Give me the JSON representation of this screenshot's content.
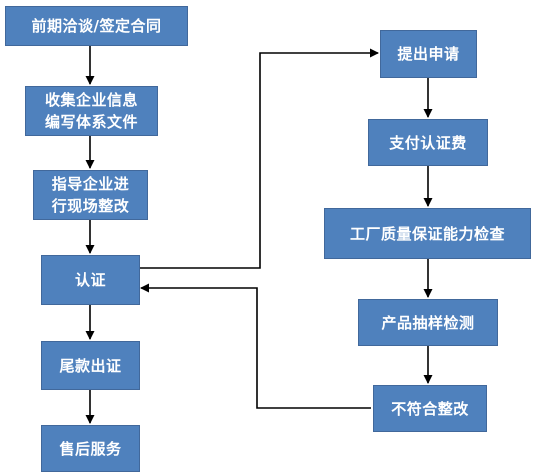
{
  "flowchart": {
    "left_column": [
      {
        "id": "negotiate",
        "lines": [
          "前期洽谈/签定合同"
        ]
      },
      {
        "id": "collect",
        "lines": [
          "收集企业信息",
          "编写体系文件"
        ]
      },
      {
        "id": "guide",
        "lines": [
          "指导企业进",
          "行现场整改"
        ]
      },
      {
        "id": "certify",
        "lines": [
          "认证"
        ]
      },
      {
        "id": "final-payment",
        "lines": [
          "尾款出证"
        ]
      },
      {
        "id": "after-sales",
        "lines": [
          "售后服务"
        ]
      }
    ],
    "right_column": [
      {
        "id": "apply",
        "lines": [
          "提出申请"
        ]
      },
      {
        "id": "pay-fee",
        "lines": [
          "支付认证费"
        ]
      },
      {
        "id": "factory-check",
        "lines": [
          "工厂质量保证能力检查"
        ]
      },
      {
        "id": "sampling",
        "lines": [
          "产品抽样检测"
        ]
      },
      {
        "id": "nonconformity",
        "lines": [
          "不符合整改"
        ]
      }
    ],
    "colors": {
      "box_fill": "#4f81bd",
      "box_border": "#41689b",
      "box_text": "#ffffff",
      "arrow": "#000000"
    }
  }
}
